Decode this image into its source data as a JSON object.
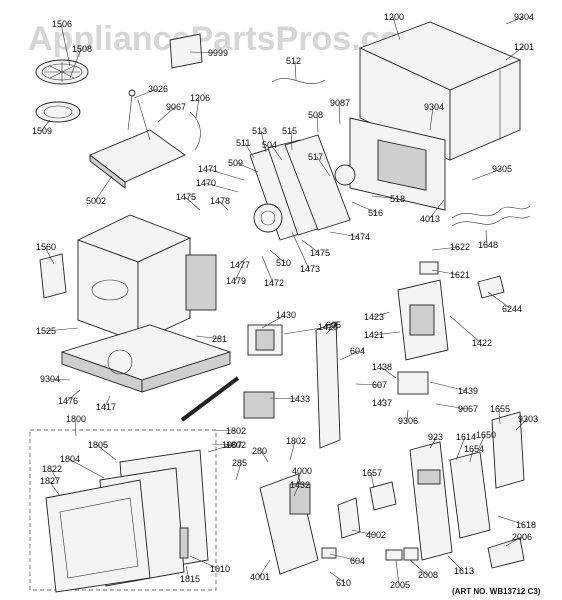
{
  "watermark": "AppliancePartsPros.com",
  "art_number": "(ART NO. WB13712 C3)",
  "callouts": [
    "1506",
    "1508",
    "9999",
    "1509",
    "3026",
    "9067",
    "1206",
    "5002",
    "512",
    "1200",
    "9304",
    "1201",
    "508",
    "9087",
    "511",
    "513",
    "515",
    "9304",
    "1471",
    "509",
    "504",
    "517",
    "1470",
    "1475",
    "1478",
    "516",
    "518",
    "9305",
    "4013",
    "1474",
    "1477",
    "1473",
    "510",
    "1475",
    "1472",
    "1479",
    "1648",
    "1560",
    "1622",
    "1621",
    "1525",
    "281",
    "1430",
    "1428",
    "605",
    "1423",
    "6244",
    "1421",
    "1422",
    "9304",
    "604",
    "1438",
    "1476",
    "1417",
    "1802",
    "607",
    "1439",
    "1433",
    "1437",
    "9067",
    "9306",
    "1802",
    "1800",
    "1007",
    "1655",
    "9303",
    "1805",
    "280",
    "1802",
    "923",
    "1614",
    "1650",
    "1804",
    "285",
    "4000",
    "1654",
    "1822",
    "1432",
    "1657",
    "1827",
    "4002",
    "1618",
    "2006",
    "4001",
    "1815",
    "1010",
    "604",
    "610",
    "2005",
    "2008",
    "1613"
  ]
}
